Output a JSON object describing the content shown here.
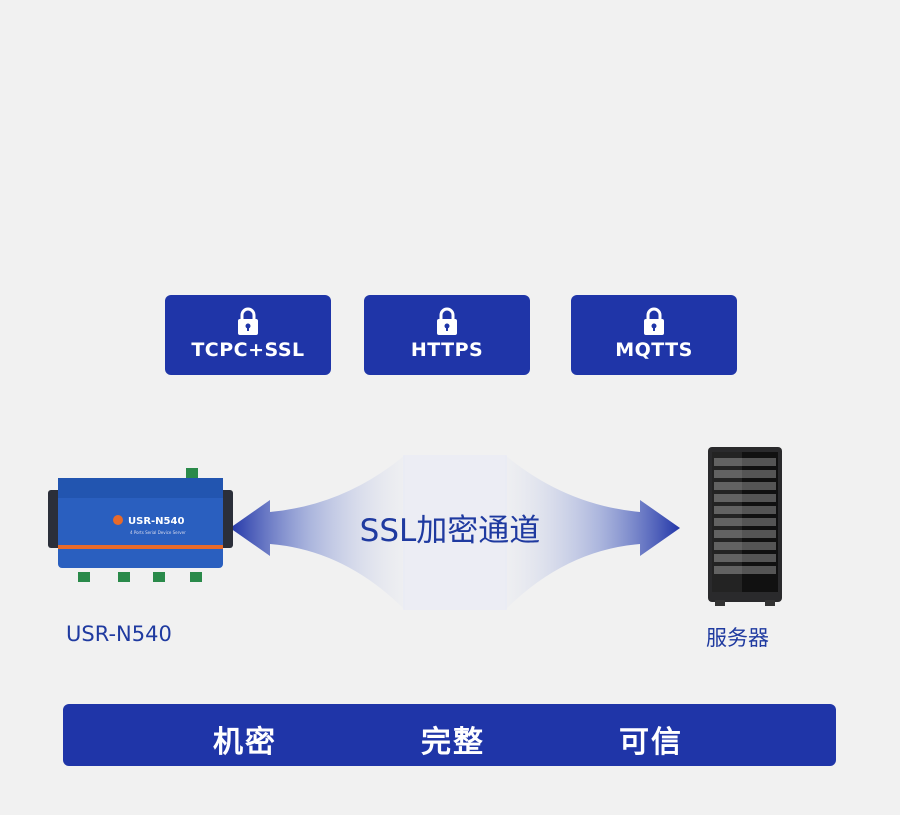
{
  "protocols": [
    {
      "label": "TCPC+SSL",
      "icon": "lock-icon"
    },
    {
      "label": "HTTPS",
      "icon": "lock-icon"
    },
    {
      "label": "MQTTS",
      "icon": "lock-icon"
    }
  ],
  "tunnel": {
    "label": "SSL加密通道"
  },
  "device": {
    "name": "USR-N540",
    "panel_logo": "USR-N540",
    "panel_subtitle": "4 Ports Serial Device Server"
  },
  "server": {
    "name": "服务器"
  },
  "features": [
    "机密",
    "完整",
    "可信"
  ],
  "colors": {
    "primary_blue": "#1f35a8",
    "text_blue": "#1f3aa0",
    "background": "#f1f1f1",
    "device_accent": "#e86a2a"
  }
}
